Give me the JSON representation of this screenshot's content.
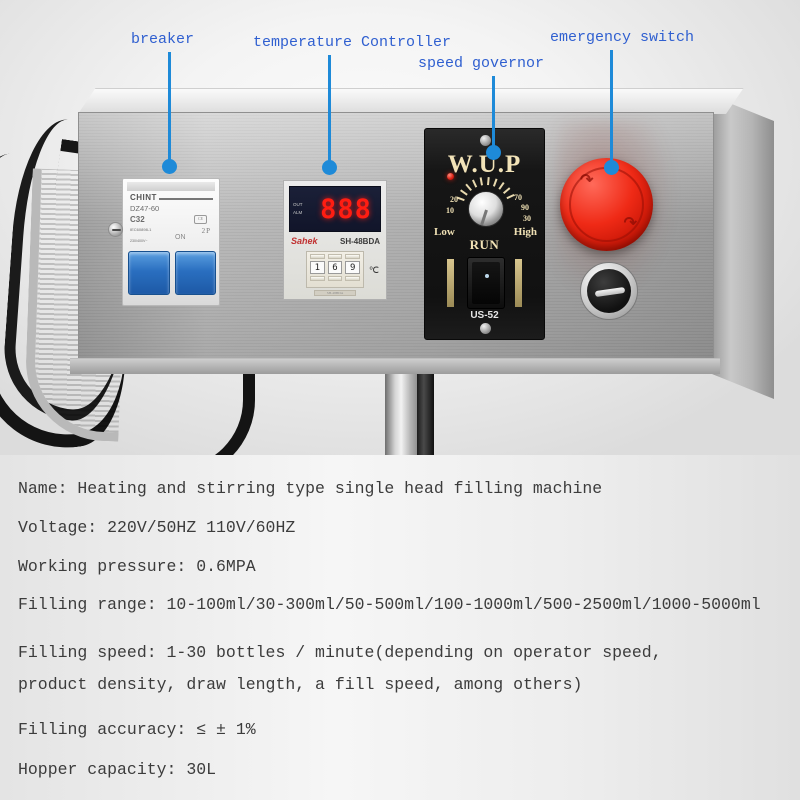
{
  "annotations": [
    {
      "label": "breaker",
      "icon": "callout-line"
    },
    {
      "label": "temperature Controller",
      "icon": "callout-line"
    },
    {
      "label": "speed governor",
      "icon": "callout-line"
    },
    {
      "label": "emergency switch",
      "icon": "callout-line"
    }
  ],
  "panel": {
    "breaker": {
      "brand": "CHINT",
      "model": "DZ47-60",
      "rating": "C32",
      "standard": "IEC60898-1",
      "fine_print": "230/400V~",
      "ce_mark": "CE",
      "on_label": "ON",
      "off_label": "OFF",
      "poles": "2P"
    },
    "temp_controller": {
      "brand": "Sahek",
      "model": "SH-48BDA",
      "display_value": "888",
      "indicator_out": "OUT",
      "indicator_alm": "ALM",
      "setpoint_digits": [
        "1",
        "6",
        "9"
      ],
      "unit": "℃",
      "foot_text": "SH-48BDA"
    },
    "speed_governor": {
      "brand": "W.U.P",
      "model": "US-52",
      "scale_left": [
        "10",
        "20"
      ],
      "scale_right": [
        "70",
        "90",
        "30"
      ],
      "low_label": "Low",
      "high_label": "High",
      "run_label": "RUN"
    },
    "emergency_switch": {
      "type": "mushroom-stop",
      "color": "#ef2a16",
      "arrow_glyph": "↷"
    },
    "selector_switch": {
      "type": "rotary-selector"
    }
  },
  "specs": [
    "Name: Heating and stirring type single head filling machine",
    "Voltage: 220V/50HZ 110V/60HZ",
    "Working pressure: 0.6MPA",
    " Filling range: 10-100ml/30-300ml/50-500ml/100-1000ml/500-2500ml/1000-5000ml",
    "Filling speed: 1-30 bottles / minute(depending on operator speed,",
    "product density, draw length, a fill speed, among others)",
    "Filling accuracy: ≤ ± 1%",
    "Hopper capacity: 30L"
  ]
}
